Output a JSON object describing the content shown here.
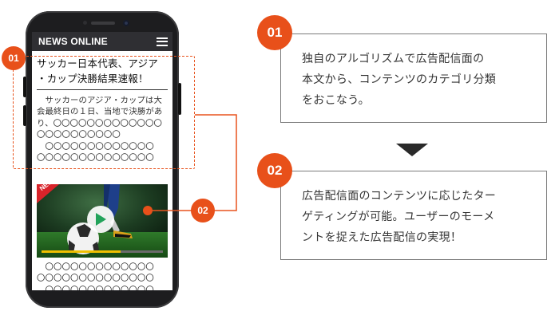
{
  "phone": {
    "brand": "NEWS ONLINE",
    "headline": "サッカー日本代表、アジア\n・カップ決勝結果速報！",
    "body": "　サッカーのアジア・カップは大\n会最終日の１日、当地で決勝があ\nり、〇〇〇〇〇〇〇〇〇〇〇〇〇\n〇〇〇〇〇〇〇〇〇〇\n　〇〇〇〇〇〇〇〇〇〇〇〇〇\n〇〇〇〇〇〇〇〇〇〇〇〇〇〇",
    "video": {
      "badge": "NEW",
      "progress": 0.65
    },
    "body2": "　〇〇〇〇〇〇〇〇〇〇〇〇〇\n〇〇〇〇〇〇〇〇〇〇〇〇〇〇\n　〇〇〇〇〇〇〇〇〇〇〇〇〇"
  },
  "labels": {
    "badge1": "01",
    "badge2": "02"
  },
  "callouts": [
    {
      "number": "01",
      "text": "独自のアルゴリズムで広告配信面の\n本文から、コンテンツのカテゴリ分類\nをおこなう。"
    },
    {
      "number": "02",
      "text": "広告配信面のコンテンツに応じたター\nゲティングが可能。ユーザーのモーメ\nントを捉えた広告配信の実現！"
    }
  ],
  "colors": {
    "accent": "#e8501a",
    "header": "#2f2f33",
    "arrow": "#2a2a2a"
  }
}
